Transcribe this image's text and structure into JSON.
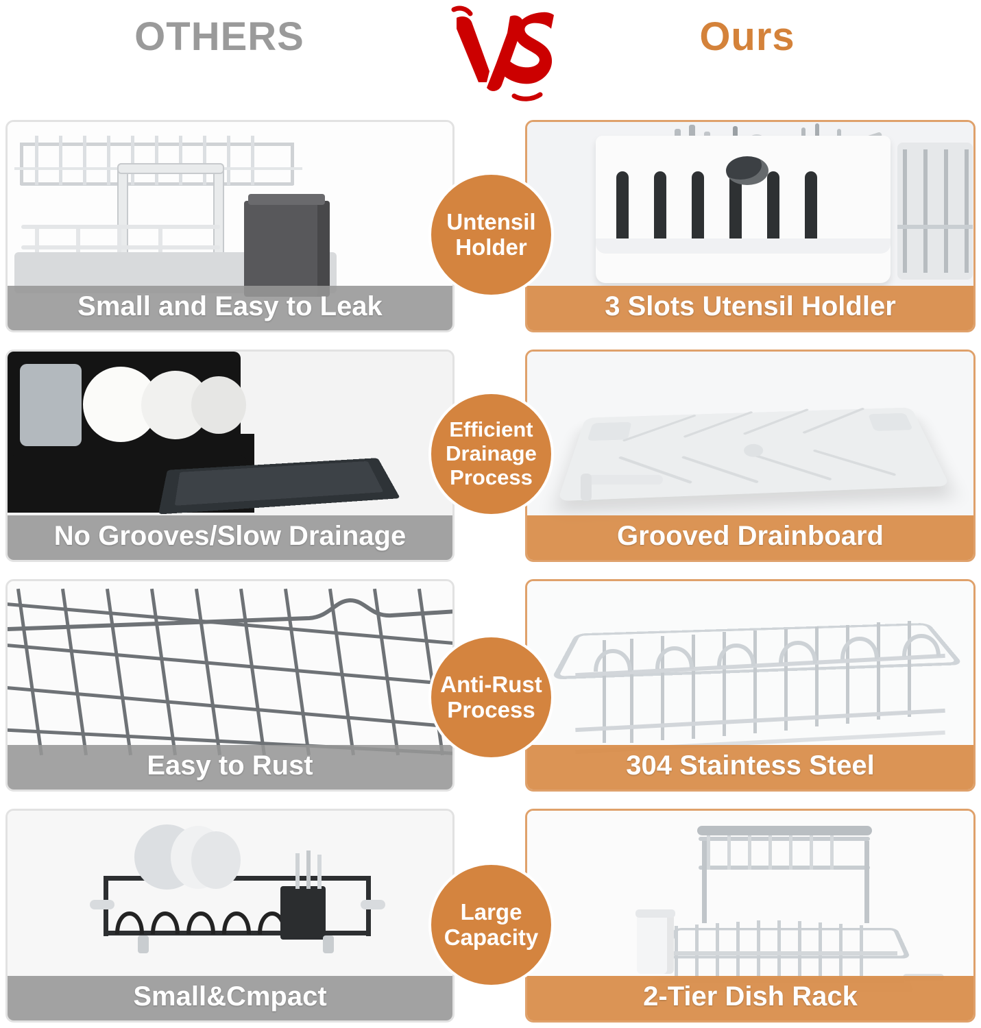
{
  "header": {
    "others_label": "OTHERS",
    "vs_label": "VS",
    "ours_label": "Ours",
    "others_color": "#9a9a9a",
    "ours_color": "#d4823a",
    "vs_color": "#cc0000"
  },
  "rows": [
    {
      "badge": "Untensil\nHolder",
      "left_caption": "Small and Easy to Leak",
      "right_caption": "3 Slots Utensil Holdler"
    },
    {
      "badge": "Efficient\nDrainage\nProcess",
      "left_caption": "No Grooves/Slow Drainage",
      "right_caption": "Grooved Drainboard"
    },
    {
      "badge": "Anti-Rust\nProcess",
      "left_caption": "Easy to Rust",
      "right_caption": "304 Staintess Steel"
    },
    {
      "badge": "Large\nCapacity",
      "left_caption": "Small&Cmpact",
      "right_caption": "2-Tier Dish Rack"
    }
  ],
  "badges": {
    "b1_line1": "Untensil",
    "b1_line2": "Holder",
    "b2_line1": "Efficient",
    "b2_line2": "Drainage",
    "b2_line3": "Process",
    "b3_line1": "Anti-Rust",
    "b3_line2": "Process",
    "b4_line1": "Large",
    "b4_line2": "Capacity"
  },
  "captions": {
    "left_1": "Small and Easy to Leak",
    "right_1": "3 Slots Utensil Holdler",
    "left_2": "No Grooves/Slow Drainage",
    "right_2": "Grooved Drainboard",
    "left_3": "Easy to Rust",
    "right_3": "304 Staintess Steel",
    "left_4": "Small&Cmpact",
    "right_4": "2-Tier Dish Rack"
  },
  "colors": {
    "accent": "#d4843f",
    "caption_left_bg": "#969696",
    "caption_right_bg": "#d88b47",
    "border_left": "#e2e2e2",
    "border_right": "#dfa16b"
  }
}
